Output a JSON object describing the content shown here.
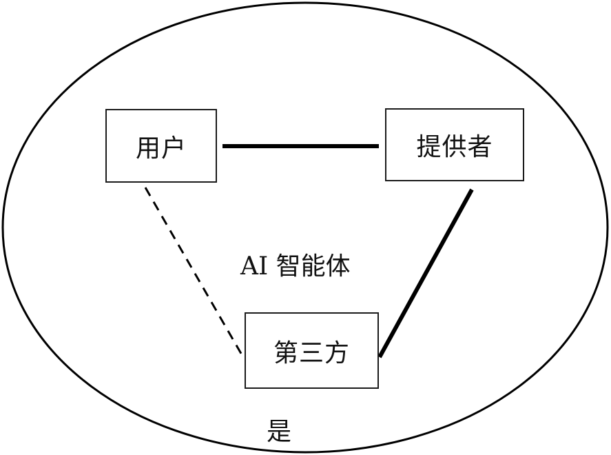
{
  "diagram": {
    "container_label": "AI 智能体",
    "bottom_label": "是",
    "nodes": {
      "user": "用户",
      "provider": "提供者",
      "third_party": "第三方"
    },
    "edges": [
      {
        "from": "user",
        "to": "provider",
        "style": "solid"
      },
      {
        "from": "user",
        "to": "third_party",
        "style": "dashed"
      },
      {
        "from": "provider",
        "to": "third_party",
        "style": "solid"
      }
    ]
  },
  "colors": {
    "stroke": "#000000",
    "text": "#111111",
    "background": "#ffffff"
  }
}
